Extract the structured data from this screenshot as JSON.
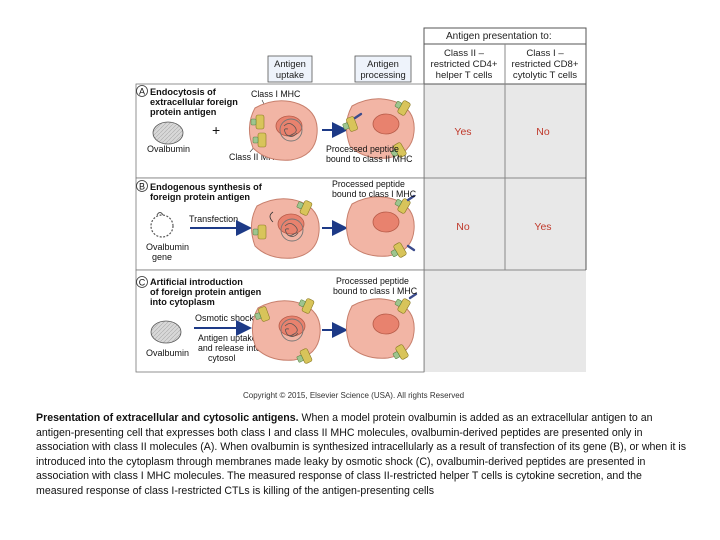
{
  "header": {
    "presentation_to": "Antigen presentation to:",
    "col_class2": [
      "Class II –",
      "restricted CD4+",
      "helper T cells"
    ],
    "col_class1": [
      "Class I –",
      "restricted CD8+",
      "cytolytic T cells"
    ]
  },
  "steps": {
    "uptake": [
      "Antigen",
      "uptake"
    ],
    "processing": [
      "Antigen",
      "processing"
    ]
  },
  "panels": [
    {
      "letter": "A",
      "title": [
        "Endocytosis of",
        "extracellular foreign",
        "protein antigen"
      ],
      "antigen_label": "Ovalbumin",
      "mhc1_label": "Class I MHC",
      "mhc2_label": "Class II MHC",
      "peptide_label": [
        "Processed peptide",
        "bound to class II MHC"
      ],
      "class2_result": "Yes",
      "class1_result": "No"
    },
    {
      "letter": "B",
      "title": [
        "Endogenous synthesis of",
        "foreign protein antigen"
      ],
      "method_label": "Transfection",
      "antigen_label": [
        "Ovalbumin",
        "gene"
      ],
      "peptide_label": [
        "Processed peptide",
        "bound to class I MHC"
      ],
      "class2_result": "No",
      "class1_result": "Yes"
    },
    {
      "letter": "C",
      "title": [
        "Artificial introduction",
        "of foreign protein antigen",
        "into cytoplasm"
      ],
      "method_label": "Osmotic shock",
      "antigen_label": "Ovalbumin",
      "uptake_label": [
        "Antigen uptake",
        "and release into",
        "cytosol"
      ],
      "peptide_label": [
        "Processed peptide",
        "bound to class I MHC"
      ]
    }
  ],
  "copyright": "Copyright © 2015, Elsevier Science (USA). All rights Reserved",
  "caption": {
    "bold": "Presentation of extracellular and cytosolic antigens.",
    "text": " When a model protein ovalbumin is added as an extracellular antigen to an antigen-presenting cell that expresses both class I and class II MHC molecules, ovalbumin-derived peptides are presented only in association with class II molecules (A). When ovalbumin is synthesized intracellularly as a result of transfection of its gene (B), or when it is introduced into the cytoplasm through membranes made leaky by osmotic shock (C), ovalbumin-derived peptides are presented in association with class I MHC molecules. The measured response of class II-restricted helper T cells is cytokine secretion, and the measured response of class I-restricted CTLs is killing of the antigen-presenting cells"
  },
  "colors": {
    "yes_no": "#c0392b",
    "cell_fill": "#f2b5a5",
    "cell_stroke": "#c77f6c",
    "nucleus": "#e8826e",
    "mhc": "#d8c45a",
    "peptide": "#3b4b8c",
    "header_bg": "#ffffff",
    "table_bg": "#e8e8e8",
    "border": "#555555"
  }
}
